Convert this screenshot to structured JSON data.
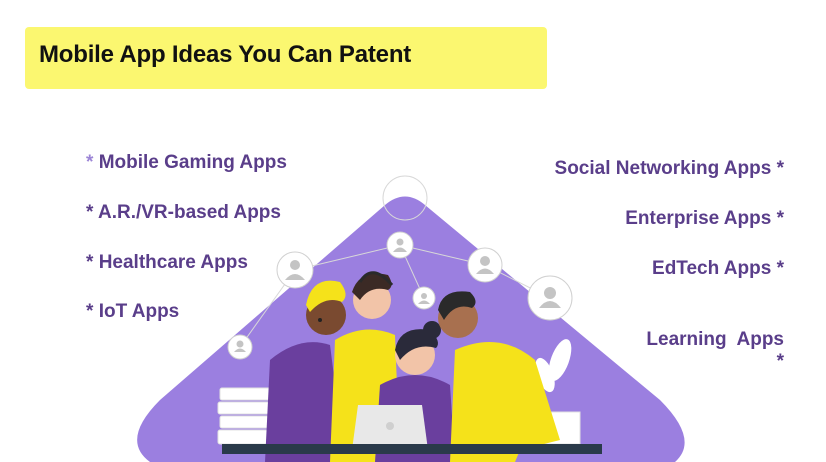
{
  "title": "Mobile App Ideas You Can Patent",
  "bullet": "*",
  "left_items": [
    "Mobile Gaming Apps",
    "A.R./VR-based Apps",
    "Healthcare Apps",
    "IoT Apps"
  ],
  "right_items": [
    "Social Networking Apps",
    "Enterprise Apps",
    "EdTech Apps",
    "Learning  Apps"
  ],
  "colors": {
    "title_bg": "#fbf770",
    "text": "#5a3e8a",
    "triangle": "#9b7fe0",
    "yellow": "#f5e21a"
  }
}
